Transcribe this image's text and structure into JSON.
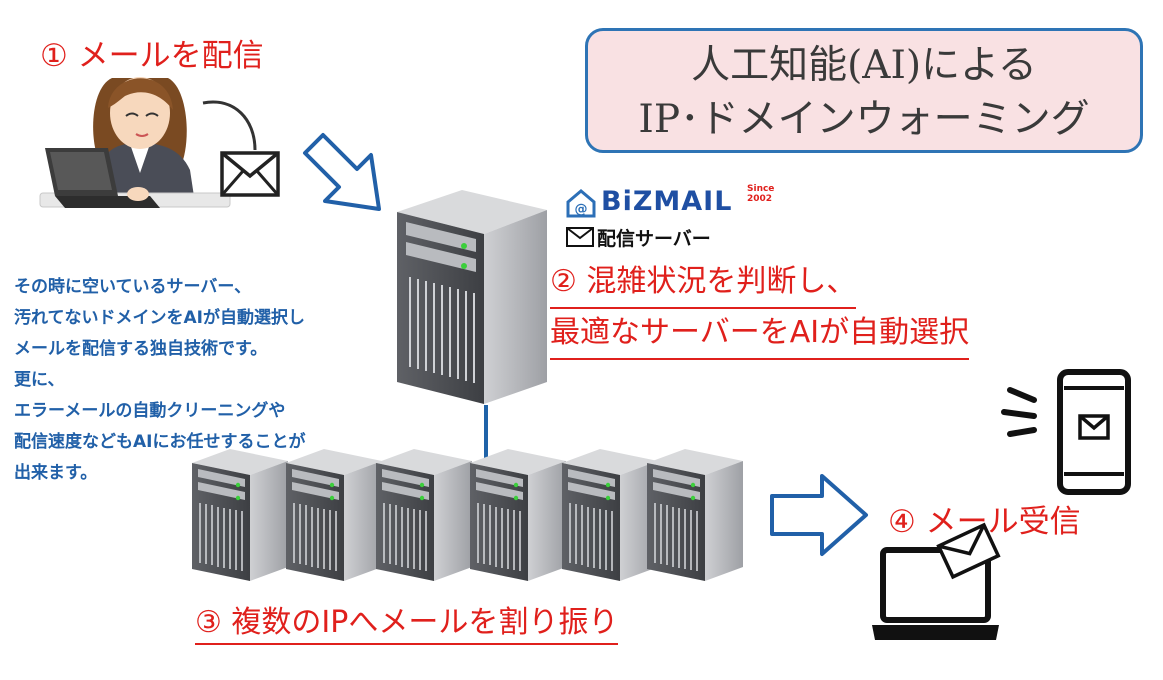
{
  "step1": "① メールを配信",
  "title": {
    "line1": "人工知能(AI)による",
    "line2": "IP･ドメインウォーミング"
  },
  "brand": {
    "name": "BiZMAIL",
    "since_label": "Since",
    "since_year": "2002",
    "subtitle": "配信サーバー"
  },
  "step2": {
    "line1": "② 混雑状況を判断し、",
    "line2": "最適なサーバーをAIが自動選択"
  },
  "description": [
    "その時に空いているサーバー、",
    "汚れてないドメインをAIが自動選択し",
    "メールを配信する独自技術です。",
    "更に、",
    "エラーメールの自動クリーニングや",
    "配信速度などもAIにお任せすることが",
    "出来ます。"
  ],
  "step3": "③ 複数のIPへメールを割り振り",
  "step4": "④ メール受信",
  "colors": {
    "accent_red": "#e0201c",
    "title_border": "#2e74b5",
    "title_bg": "#f9e1e3",
    "desc_blue": "#2160a8",
    "brand_blue": "#1f4fa3"
  }
}
